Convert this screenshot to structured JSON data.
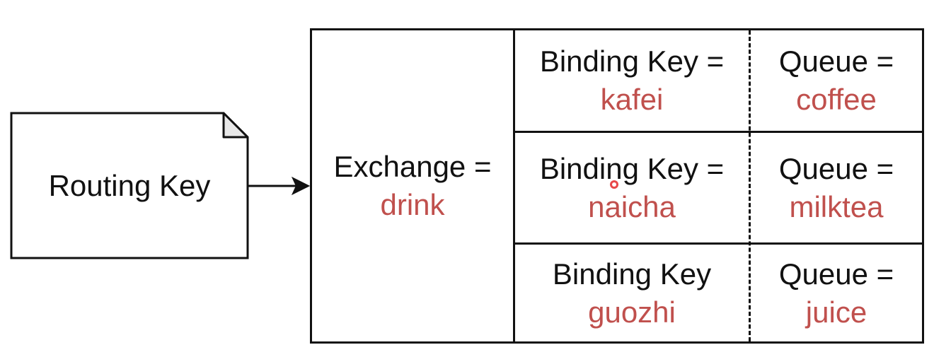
{
  "colors": {
    "line": "#111111",
    "value_text": "#c0504d",
    "label_text": "#111111",
    "cursor": "#e8484a"
  },
  "routing_key": {
    "label": "Routing Key"
  },
  "exchange": {
    "label": "Exchange =",
    "value": "drink"
  },
  "bindings": [
    {
      "key_label": "Binding Key =",
      "key": "kafei",
      "queue_label": "Queue =",
      "queue": "coffee"
    },
    {
      "key_label": "Binding Key =",
      "key": "naicha",
      "queue_label": "Queue =",
      "queue": "milktea"
    },
    {
      "key_label": "Binding Key",
      "key": "guozhi",
      "queue_label": "Queue =",
      "queue": "juice"
    }
  ]
}
